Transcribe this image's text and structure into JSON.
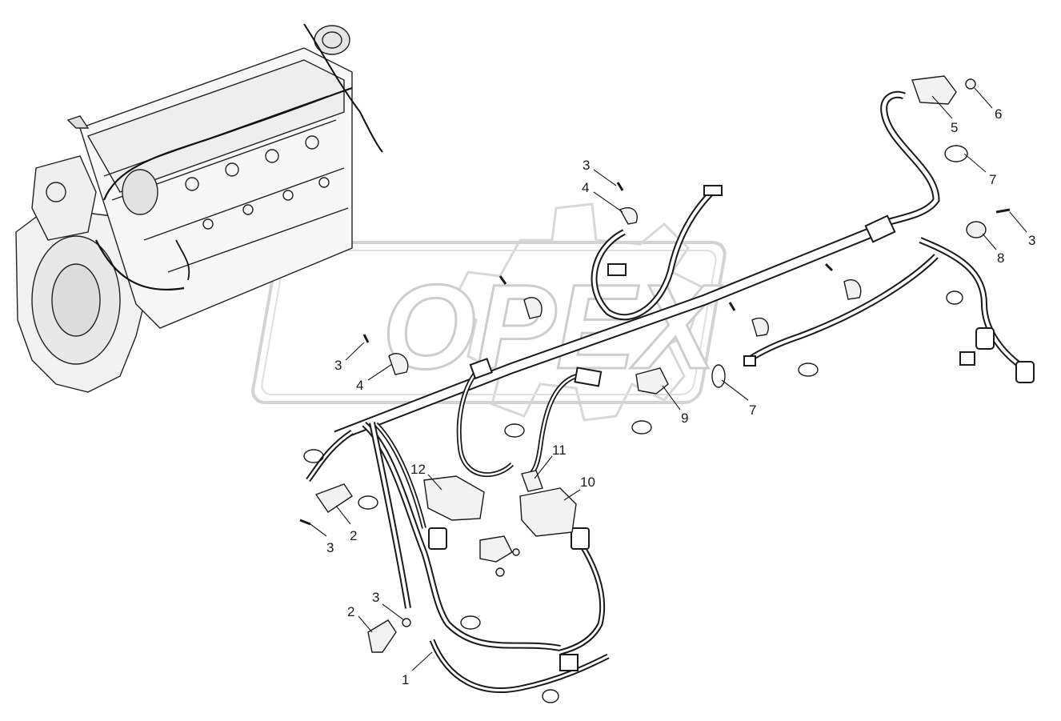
{
  "watermark": {
    "text": "OPEX"
  },
  "callouts": [
    {
      "id": "c1",
      "text": "1"
    },
    {
      "id": "c2a",
      "text": "2"
    },
    {
      "id": "c2b",
      "text": "2"
    },
    {
      "id": "c3a",
      "text": "3"
    },
    {
      "id": "c3b",
      "text": "3"
    },
    {
      "id": "c3c",
      "text": "3"
    },
    {
      "id": "c3d",
      "text": "3"
    },
    {
      "id": "c3e",
      "text": "3"
    },
    {
      "id": "c4a",
      "text": "4"
    },
    {
      "id": "c4b",
      "text": "4"
    },
    {
      "id": "c5",
      "text": "5"
    },
    {
      "id": "c6",
      "text": "6"
    },
    {
      "id": "c7a",
      "text": "7"
    },
    {
      "id": "c7b",
      "text": "7"
    },
    {
      "id": "c8",
      "text": "8"
    },
    {
      "id": "c9",
      "text": "9"
    },
    {
      "id": "c10",
      "text": "10"
    },
    {
      "id": "c11",
      "text": "11"
    },
    {
      "id": "c12",
      "text": "12"
    }
  ]
}
